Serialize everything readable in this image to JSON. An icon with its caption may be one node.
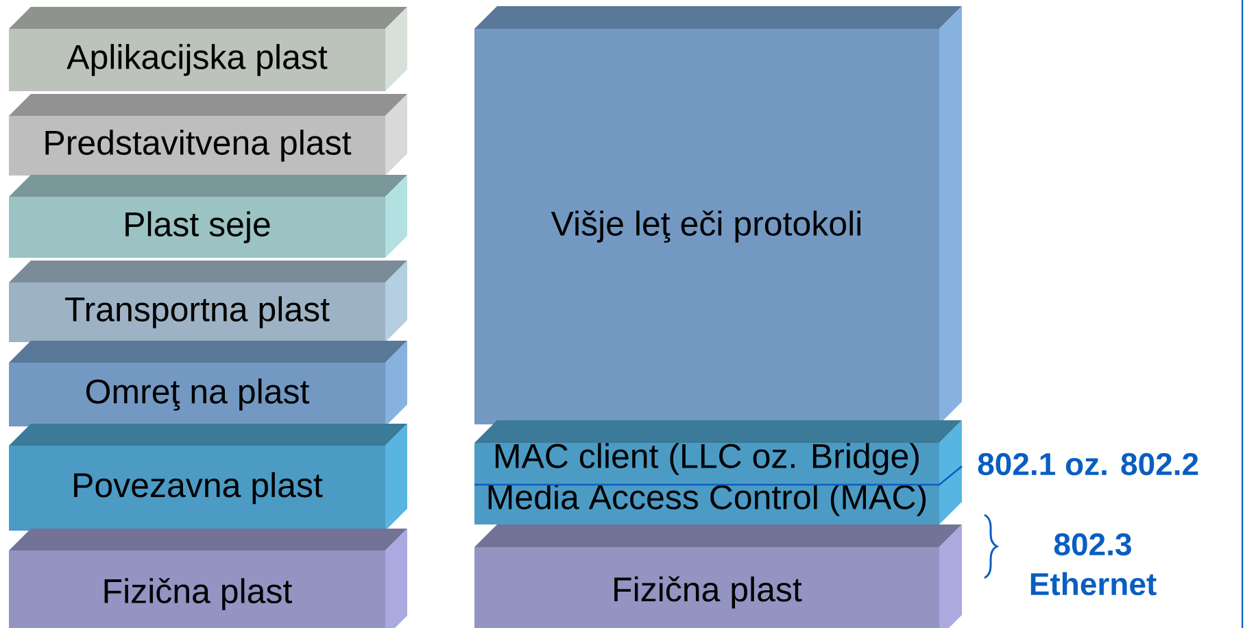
{
  "diagram": {
    "nodes": [
      {
        "text": [
          "Aplikacijska plast"
        ]
      },
      {
        "text": [
          "Predstavitvena plast"
        ]
      },
      {
        "text": [
          "Plast seje"
        ]
      },
      {
        "text": [
          "Transportna plast"
        ]
      },
      {
        "text": [
          "Omreţ na plast"
        ]
      },
      {
        "text": [
          "Povezavna plast"
        ]
      },
      {
        "text": [
          "Fizična plast"
        ]
      },
      {
        "text": [
          "Višje leţ eči protokoli"
        ]
      },
      {
        "text": [
          "MAC client (LLC oz. Bridge)",
          "Media Access Control (MAC)"
        ]
      },
      {
        "text": [
          "Fizična plast"
        ]
      }
    ],
    "labels": [
      "802.1 oz. 802.2",
      "802.3 Ethernet"
    ]
  }
}
